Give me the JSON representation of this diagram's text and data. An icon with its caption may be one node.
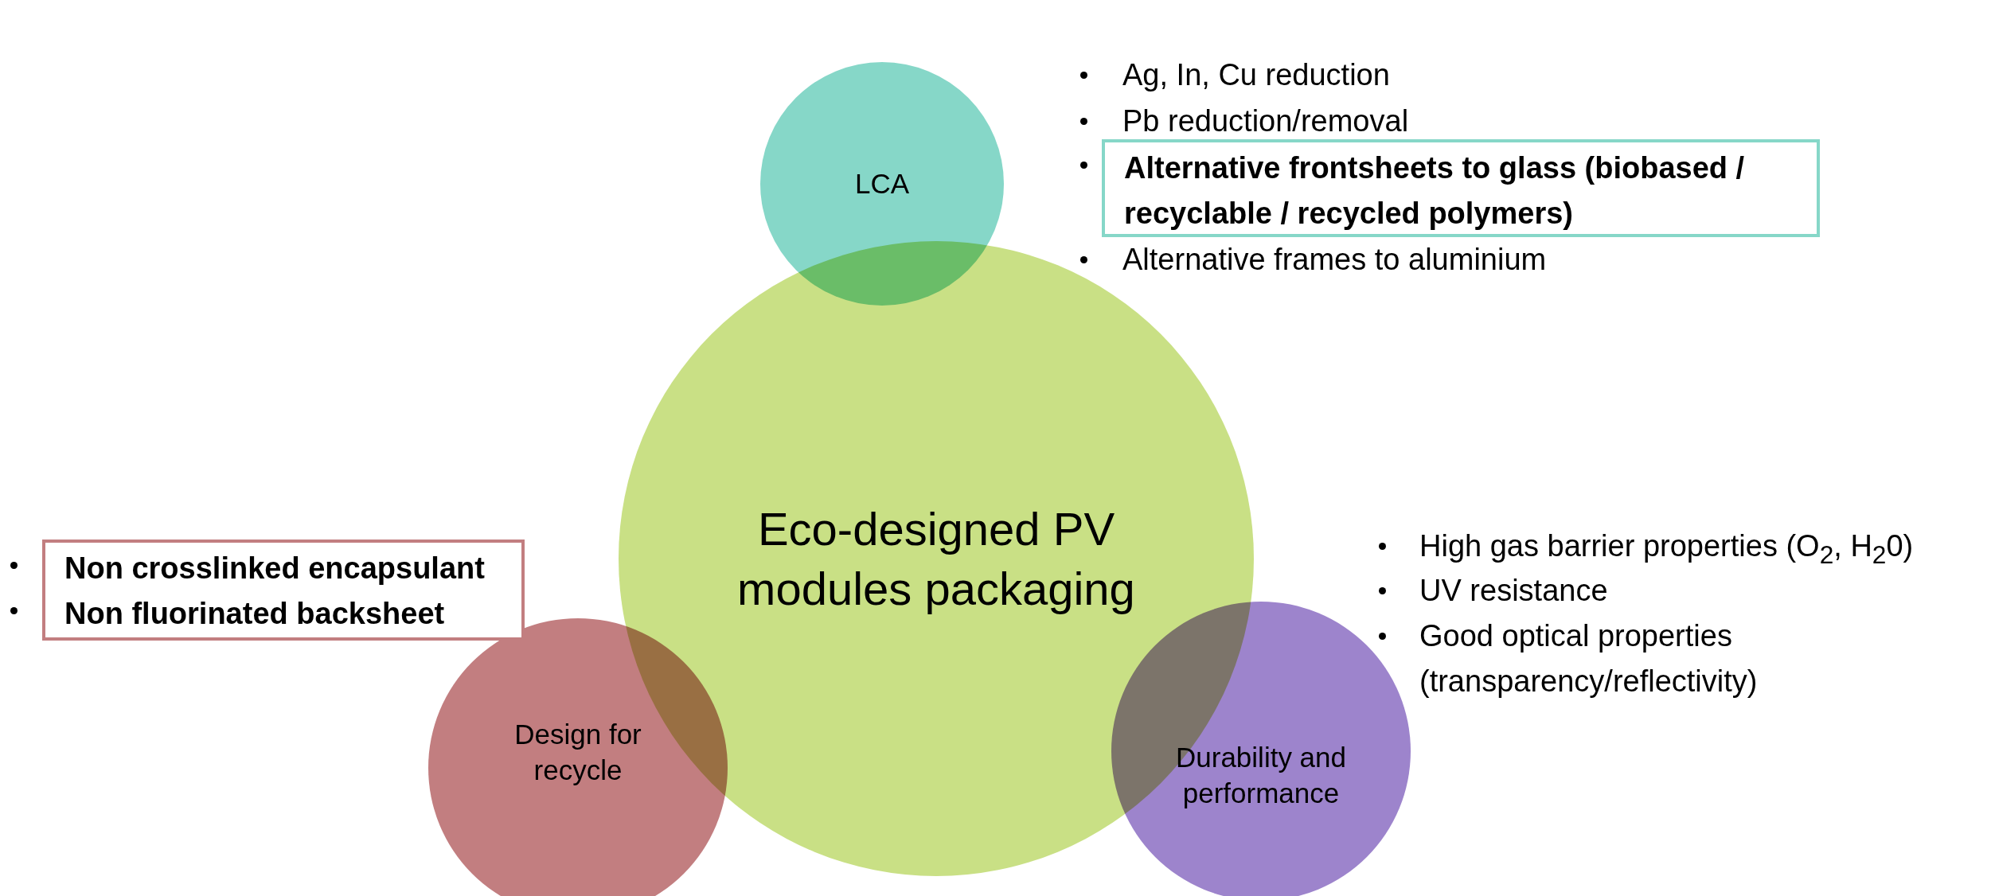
{
  "diagram": {
    "nodes": [
      {
        "text": [
          "LCA"
        ]
      },
      {
        "text": [
          "Alternative frontsheets to glass (biobased / recyclable / recycled polymers)"
        ]
      },
      {
        "text": [
          "Eco-designed PV modules packaging"
        ]
      },
      {
        "text": [
          "Non crosslinked encapsulant",
          "Non fluorinated backsheet"
        ]
      },
      {
        "text": [
          "Design for recycle"
        ]
      },
      {
        "text": [
          "Durability and performance"
        ]
      }
    ],
    "edges": [],
    "labels": [
      "Ag, In, Cu reduction",
      "Pb reduction/removal",
      "Alternative frames to aluminium",
      "High gas barrier properties (O$_{2}$, H$_{2}$0)",
      "UV resistance",
      "Good optical properties (transparency/reflectivity)"
    ]
  }
}
